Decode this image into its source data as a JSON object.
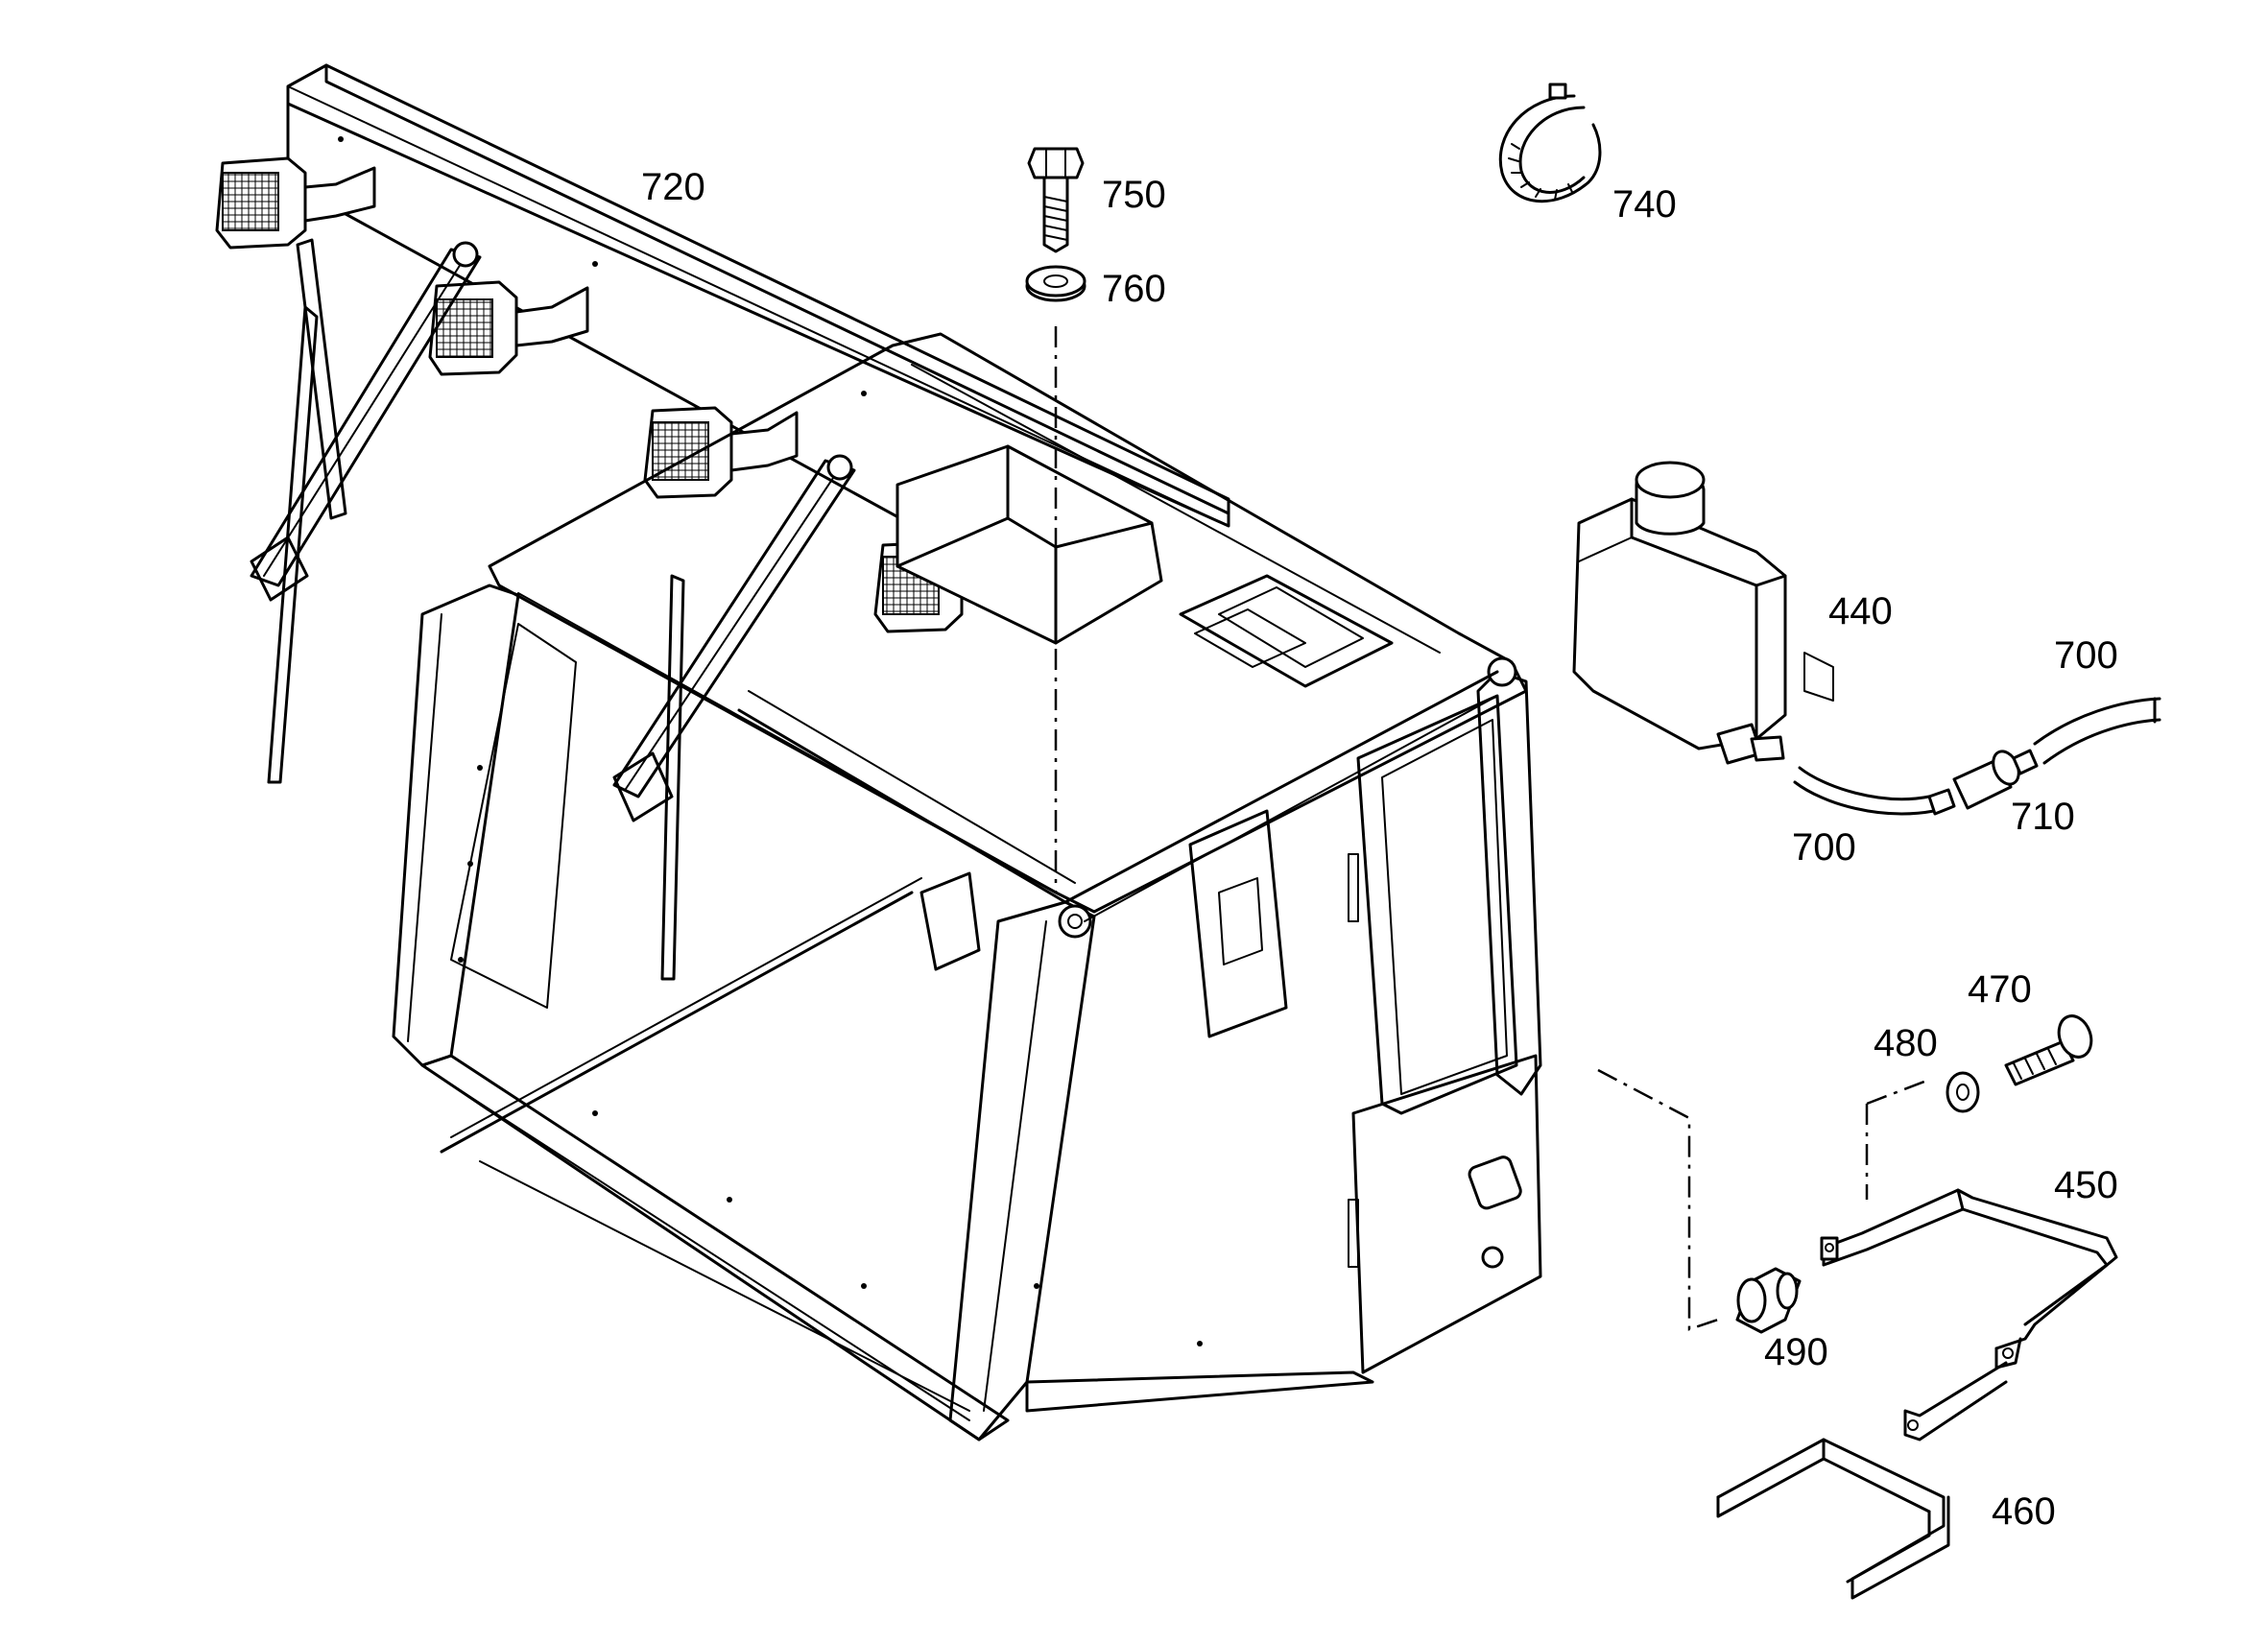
{
  "callouts": {
    "p720": "720",
    "p750": "750",
    "p760": "760",
    "p740": "740",
    "p440": "440",
    "p700a": "700",
    "p700b": "700",
    "p710": "710",
    "p470": "470",
    "p480": "480",
    "p450": "450",
    "p490": "490",
    "p460": "460"
  }
}
